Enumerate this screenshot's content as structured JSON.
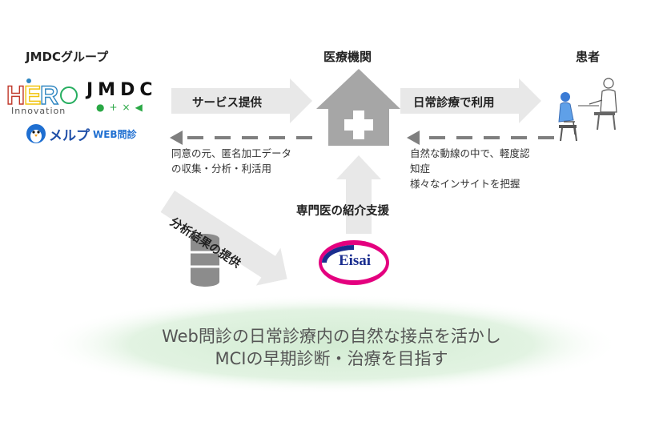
{
  "headings": {
    "jmdc_group": "JMDCグループ",
    "medical_institution": "医療機関",
    "patient": "患者"
  },
  "logos": {
    "hero": "HERO",
    "hero_sub": "Innovation",
    "jmdc": "JMDC",
    "jmdc_symbols": "●+×◀",
    "melp": "メルプ",
    "melp_web": "WEB問診",
    "eisai": "Eisai"
  },
  "arrows": {
    "service": "サービス提供",
    "daily_use": "日常診療で利用",
    "specialist": "専門医の紹介支援",
    "analysis": "分析結果の提供"
  },
  "notes": {
    "anon_line1": "同意の元、匿名加工データ",
    "anon_line2": "の収集・分析・利活用",
    "insight_line1": "自然な動線の中で、軽度認",
    "insight_line2": "知症",
    "insight_line3": "様々なインサイトを把握"
  },
  "footer": {
    "line1": "Web問診の日常診療内の自然な接点を活かし",
    "line2": "MCIの早期診断・治療を目指す"
  },
  "colors": {
    "arrow_fill": "#e8e8e8",
    "house": "#a6a6a6",
    "dashed": "#7f7f7f",
    "ellipse": "#d9efd9",
    "eisai_magenta": "#e4007f",
    "eisai_blue": "#1a2d8f",
    "melp_blue": "#1f6fd1",
    "jmdc_green": "#2aa845"
  }
}
